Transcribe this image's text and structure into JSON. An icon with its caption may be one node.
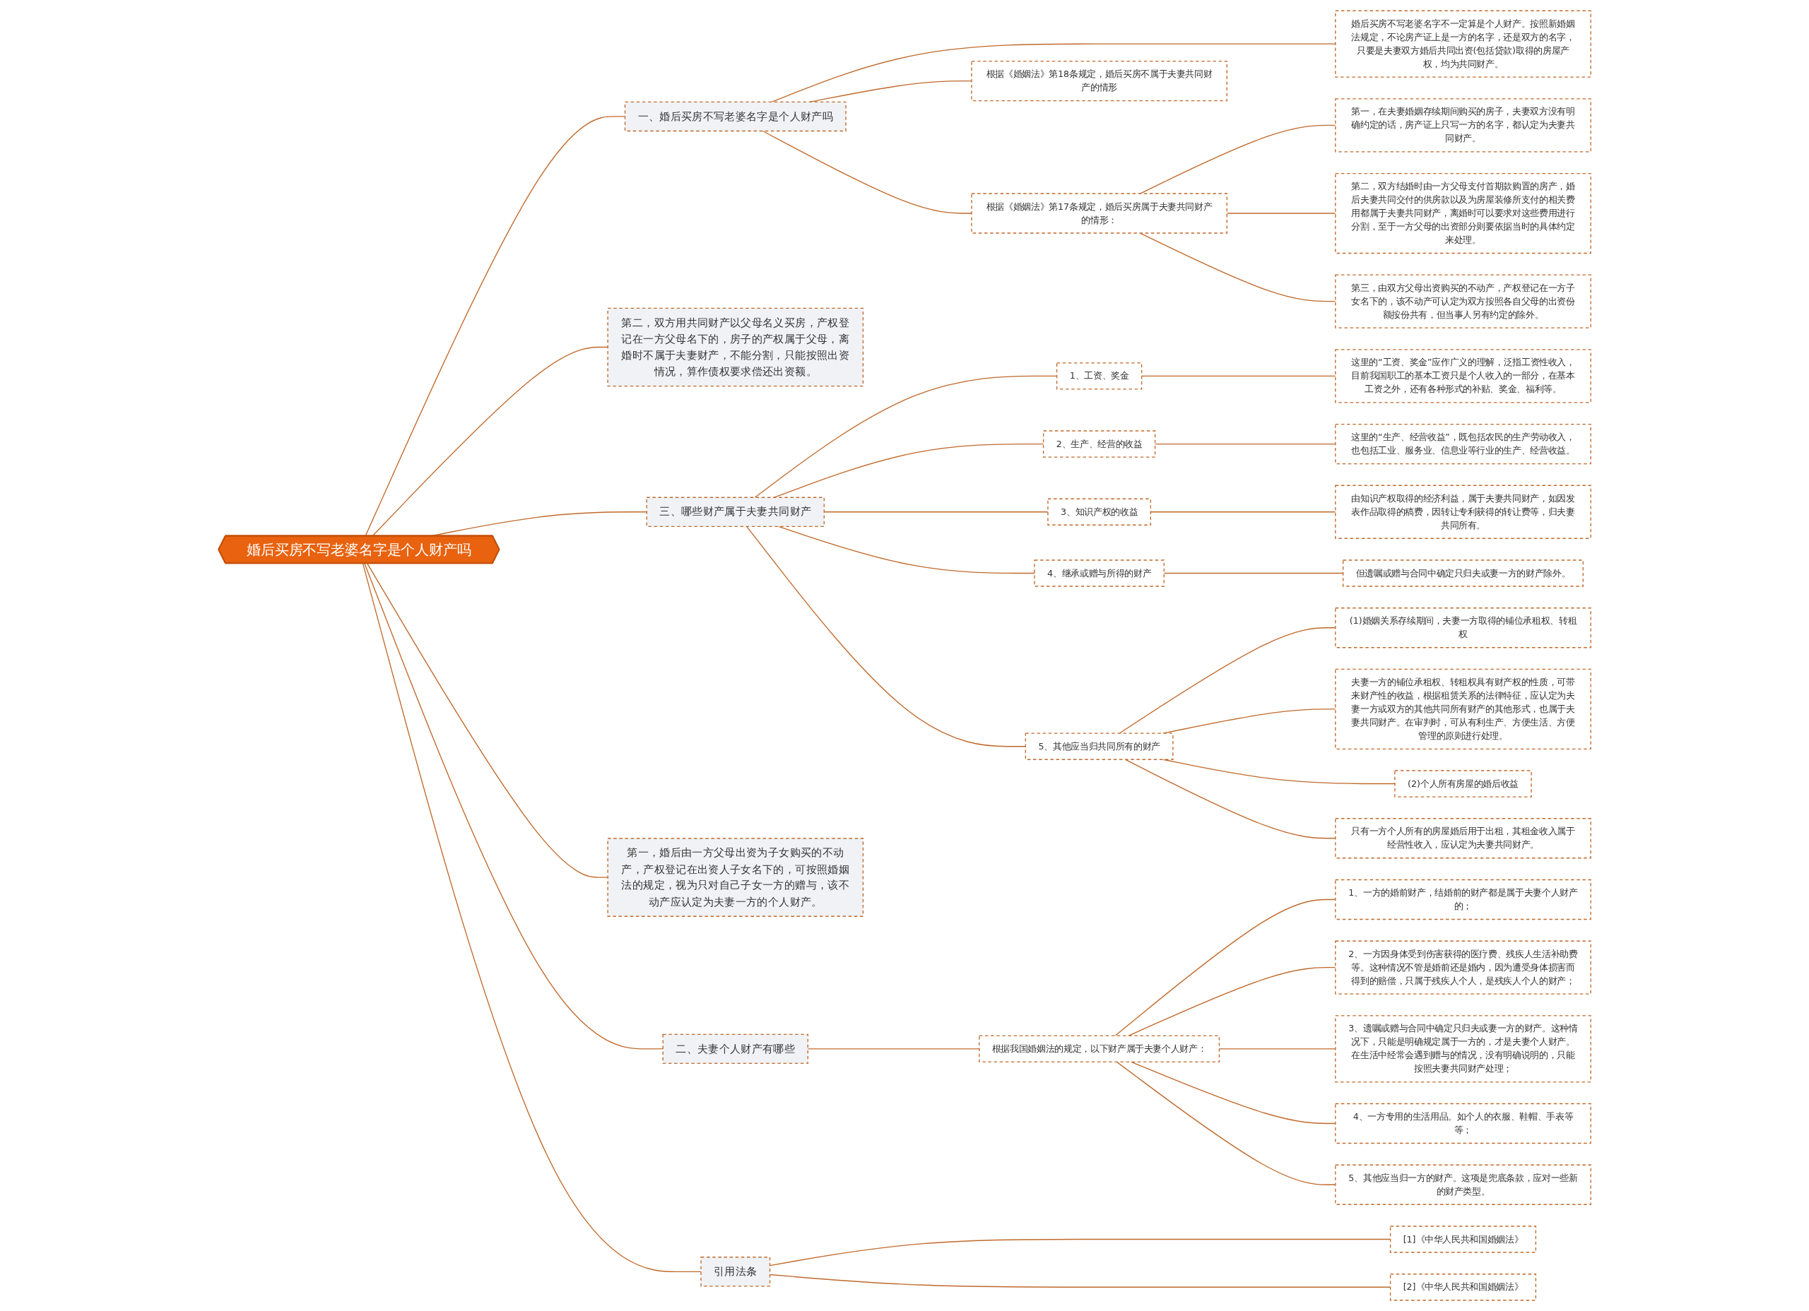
{
  "diagram": {
    "nodes": [
      {
        "text": [
          "婚后买房不写老婆名字是个人财产吗"
        ]
      },
      {
        "text": [
          "一、婚后买房不写老婆名字是个人财产吗"
        ]
      },
      {
        "text": [
          "婚后买房不写老婆名字不一定算是个人财产。按照新婚姻法规定，不论房产证上是一方的名字，还是双方的名字，只要是夫妻双方婚后共同出资(包括贷款)取得的房屋产权，均为共同财产。"
        ]
      },
      {
        "text": [
          "根据《婚姻法》第17条规定，婚后买房属于夫妻共同财产的情形："
        ]
      },
      {
        "text": [
          "第一，在夫妻婚姻存续期间购买的房子，夫妻双方没有明确约定的话，房产证上只写一方的名字，都认定为夫妻共同财产。"
        ]
      },
      {
        "text": [
          "第二，双方结婚时由一方父母支付首期款购置的房产，婚后夫妻共同交付的供房款以及为房屋装修所支付的相关费用都属于夫妻共同财产，离婚时可以要求对这些费用进行分割，至于一方父母的出资部分则要依据当时的具体约定来处理。"
        ]
      },
      {
        "text": [
          "第三，由双方父母出资购买的不动产，产权登记在一方子女名下的，该不动产可认定为双方按照各自父母的出资份额按份共有，但当事人另有约定的除外。"
        ]
      },
      {
        "text": [
          "根据《婚姻法》第18条规定，婚后买房不属于夫妻共同财产的情形"
        ]
      },
      {
        "text": [
          "第二，双方用共同财产以父母名义买房，产权登记在一方父母名下的，房子的产权属于父母，离婚时不属于夫妻财产，不能分割，只能按照出资情况，算作债权要求偿还出资额。"
        ]
      },
      {
        "text": [
          "三、哪些财产属于夫妻共同财产"
        ]
      },
      {
        "text": [
          "1、工资、奖金"
        ]
      },
      {
        "text": [
          "这里的“工资、奖金”应作广义的理解，泛指工资性收入，目前我国职工的基本工资只是个人收入的一部分，在基本工资之外，还有各种形式的补贴、奖金、福利等。"
        ]
      },
      {
        "text": [
          "2、生产、经营的收益"
        ]
      },
      {
        "text": [
          "这里的“生产、经营收益”，既包括农民的生产劳动收入，也包括工业、服务业、信息业等行业的生产、经营收益。"
        ]
      },
      {
        "text": [
          "3、知识产权的收益"
        ]
      },
      {
        "text": [
          "由知识产权取得的经济利益，属于夫妻共同财产，如因发表作品取得的稿费，因转让专利获得的转让费等，归夫妻共同所有。"
        ]
      },
      {
        "text": [
          "4、继承或赠与所得的财产"
        ]
      },
      {
        "text": [
          "但遗嘱或赠与合同中确定只归夫或妻一方的财产除外。"
        ]
      },
      {
        "text": [
          "5、其他应当归共同所有的财产"
        ]
      },
      {
        "text": [
          "(1)婚姻关系存续期间，夫妻一方取得的铺位承租权、转租权"
        ]
      },
      {
        "text": [
          "夫妻一方的铺位承租权、转租权具有财产权的性质，可带来财产性的收益，根据租赁关系的法律特征，应认定为夫妻一方或双方的其他共同所有财产的其他形式，也属于夫妻共同财产。在审判时，可从有利生产、方便生活、方便管理的原则进行处理。"
        ]
      },
      {
        "text": [
          "(2)个人所有房屋的婚后收益"
        ]
      },
      {
        "text": [
          "只有一方个人所有的房屋婚后用于出租，其租金收入属于经营性收入，应认定为夫妻共同财产。"
        ]
      },
      {
        "text": [
          "第一，婚后由一方父母出资为子女购买的不动产，产权登记在出资人子女名下的，可按照婚姻法的规定，视为只对自己子女一方的赠与，该不动产应认定为夫妻一方的个人财产。"
        ]
      },
      {
        "text": [
          "二、夫妻个人财产有哪些"
        ]
      },
      {
        "text": [
          "根据我国婚姻法的规定，以下财产属于夫妻个人财产："
        ]
      },
      {
        "text": [
          "1、一方的婚前财产，结婚前的财产都是属于夫妻个人财产的；"
        ]
      },
      {
        "text": [
          "2、一方因身体受到伤害获得的医疗费、残疾人生活补助费等。这种情况不管是婚前还是婚内，因为遭受身体损害而得到的赔偿，只属于残疾人个人，是残疾人个人的财产；"
        ]
      },
      {
        "text": [
          "3、遗嘱或赠与合同中确定只归夫或妻一方的财产。这种情况下，只能是明确规定属于一方的，才是夫妻个人财产。在生活中经常会遇到赠与的情况，没有明确说明的，只能按照夫妻共同财产处理；"
        ]
      },
      {
        "text": [
          "4、一方专用的生活用品。如个人的衣服、鞋帽、手表等等；"
        ]
      },
      {
        "text": [
          "5、其他应当归一方的财产。这项是兜底条款，应对一些新的财产类型。"
        ]
      },
      {
        "text": [
          "引用法条"
        ]
      },
      {
        "text": [
          "[1]《中华人民共和国婚姻法》"
        ]
      },
      {
        "text": [
          "[2]《中华人民共和国婚姻法》"
        ]
      }
    ],
    "edges": [
      {
        "from": 0,
        "to": 1,
        "arrow": "none"
      },
      {
        "from": 1,
        "to": 2,
        "arrow": "none"
      },
      {
        "from": 1,
        "to": 3,
        "arrow": "none"
      },
      {
        "from": 3,
        "to": 4,
        "arrow": "none"
      },
      {
        "from": 3,
        "to": 5,
        "arrow": "none"
      },
      {
        "from": 3,
        "to": 6,
        "arrow": "none"
      },
      {
        "from": 1,
        "to": 7,
        "arrow": "none"
      },
      {
        "from": 0,
        "to": 8,
        "arrow": "none"
      },
      {
        "from": 0,
        "to": 9,
        "arrow": "none"
      },
      {
        "from": 9,
        "to": 10,
        "arrow": "none"
      },
      {
        "from": 10,
        "to": 11,
        "arrow": "none"
      },
      {
        "from": 9,
        "to": 12,
        "arrow": "none"
      },
      {
        "from": 12,
        "to": 13,
        "arrow": "none"
      },
      {
        "from": 9,
        "to": 14,
        "arrow": "none"
      },
      {
        "from": 14,
        "to": 15,
        "arrow": "none"
      },
      {
        "from": 9,
        "to": 16,
        "arrow": "none"
      },
      {
        "from": 16,
        "to": 17,
        "arrow": "none"
      },
      {
        "from": 9,
        "to": 18,
        "arrow": "none"
      },
      {
        "from": 18,
        "to": 19,
        "arrow": "none"
      },
      {
        "from": 18,
        "to": 20,
        "arrow": "none"
      },
      {
        "from": 18,
        "to": 21,
        "arrow": "none"
      },
      {
        "from": 18,
        "to": 22,
        "arrow": "none"
      },
      {
        "from": 0,
        "to": 23,
        "arrow": "none"
      },
      {
        "from": 0,
        "to": 24,
        "arrow": "none"
      },
      {
        "from": 24,
        "to": 25,
        "arrow": "none"
      },
      {
        "from": 25,
        "to": 26,
        "arrow": "none"
      },
      {
        "from": 25,
        "to": 27,
        "arrow": "none"
      },
      {
        "from": 25,
        "to": 28,
        "arrow": "none"
      },
      {
        "from": 25,
        "to": 29,
        "arrow": "none"
      },
      {
        "from": 25,
        "to": 30,
        "arrow": "none"
      },
      {
        "from": 0,
        "to": 31,
        "arrow": "none"
      },
      {
        "from": 31,
        "to": 32,
        "arrow": "none"
      },
      {
        "from": 31,
        "to": 33,
        "arrow": "none"
      }
    ]
  }
}
